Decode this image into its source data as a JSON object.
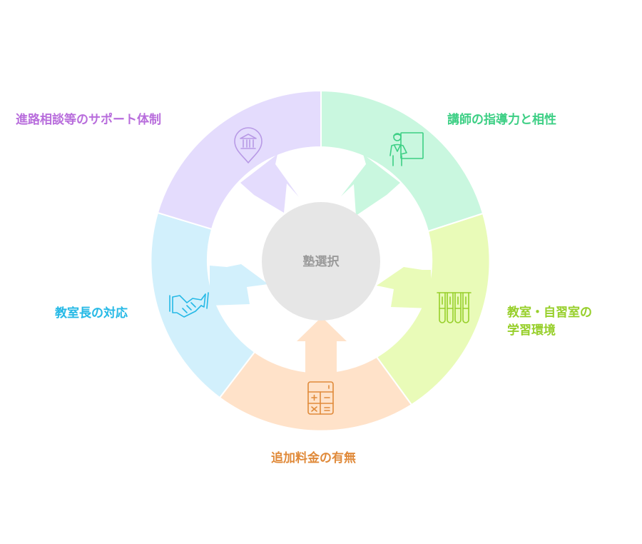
{
  "center": {
    "label": "塾選択",
    "fill": "#e6e6e6",
    "text_color": "#9a9a9a"
  },
  "segments": [
    {
      "id": "teacher",
      "label": "講師の指導力と相性",
      "icon": "teacher-at-board-icon",
      "fill": "#c9f7df",
      "text_color": "#3ccf84",
      "icon_color": "#3ccf84"
    },
    {
      "id": "environment",
      "label_lines": [
        "教室・自習室の",
        "学習環境"
      ],
      "icon": "test-tubes-icon",
      "fill": "#e9fbb8",
      "text_color": "#97cf2a",
      "icon_color": "#97cf2a"
    },
    {
      "id": "fees",
      "label": "追加料金の有無",
      "icon": "calculator-icon",
      "fill": "#ffe2c9",
      "text_color": "#e08a3a",
      "icon_color": "#e08a3a"
    },
    {
      "id": "manager",
      "label": "教室長の対応",
      "icon": "handshake-icon",
      "fill": "#d2f0fc",
      "text_color": "#25b9e6",
      "icon_color": "#25b9e6"
    },
    {
      "id": "career",
      "label": "進路相談等のサポート体制",
      "icon": "institution-pin-icon",
      "fill": "#e4dcfd",
      "text_color": "#b86ddc",
      "icon_color": "#b89ae6"
    }
  ]
}
